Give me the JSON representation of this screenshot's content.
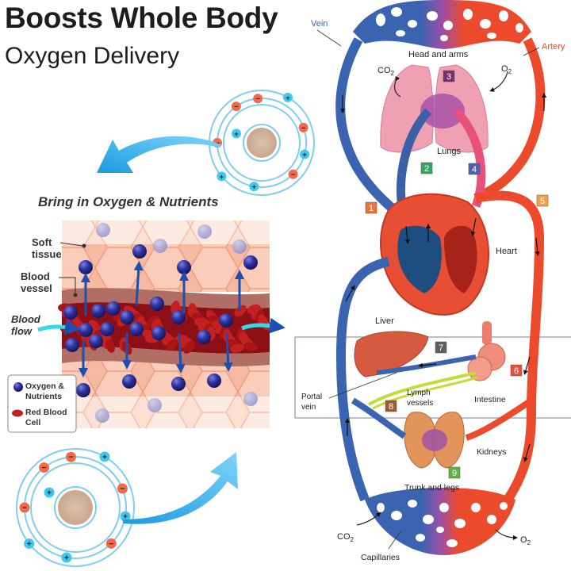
{
  "header": {
    "title": "Boosts Whole Body",
    "subtitle": "Oxygen Delivery"
  },
  "tissue_panel": {
    "heading": "Bring in Oxygen & Nutrients",
    "labels": {
      "soft_tissue_1": "Soft",
      "soft_tissue_2": "tissue",
      "blood_vessel_1": "Blood",
      "blood_vessel_2": "vessel",
      "blood_flow_1": "Blood",
      "blood_flow_2": "flow"
    },
    "legend": {
      "oxygen_1": "Oxygen &",
      "oxygen_2": "Nutrients",
      "rbc_1": "Red Blood",
      "rbc_2": "Cell"
    }
  },
  "atoms": {
    "plus_symbol": "+",
    "minus_symbol": "−"
  },
  "circulation": {
    "vein": "Vein",
    "artery": "Artery",
    "head_and_arms": "Head and arms",
    "co2_top": "CO",
    "o2_top": "O",
    "subscript_2": "2",
    "lungs": "Lungs",
    "heart": "Heart",
    "liver": "Liver",
    "portal_vein_1": "Portal",
    "portal_vein_2": "vein",
    "lymph_1": "Lymph",
    "lymph_2": "vessels",
    "intestine": "Intestine",
    "kidneys": "Kidneys",
    "trunk_and_legs": "Trunk and legs",
    "capillaries": "Capillaries",
    "co2_bottom": "CO",
    "o2_bottom": "O",
    "markers": [
      {
        "num": "1",
        "color": "#e8743b"
      },
      {
        "num": "2",
        "color": "#3aa361"
      },
      {
        "num": "3",
        "color": "#7a2f6a"
      },
      {
        "num": "4",
        "color": "#4d63a8"
      },
      {
        "num": "5",
        "color": "#f0a247"
      },
      {
        "num": "6",
        "color": "#e9503a"
      },
      {
        "num": "7",
        "color": "#5e5e5e"
      },
      {
        "num": "8",
        "color": "#9a5d3a"
      },
      {
        "num": "9",
        "color": "#64b043"
      }
    ]
  },
  "colors": {
    "vein": "#3a63b0",
    "artery": "#ec4a2c",
    "capillary": "#9b4fa8",
    "arrow_blue": "#3fb6ef",
    "oxygen": "#2e2f8f",
    "rbc": "#b81e1e"
  }
}
